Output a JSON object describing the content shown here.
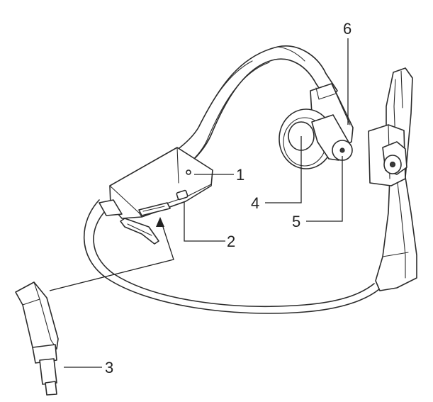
{
  "diagram": {
    "callouts": [
      {
        "id": "1",
        "label": "1"
      },
      {
        "id": "2",
        "label": "2"
      },
      {
        "id": "3",
        "label": "3"
      },
      {
        "id": "4",
        "label": "4"
      },
      {
        "id": "5",
        "label": "5"
      },
      {
        "id": "6",
        "label": "6"
      }
    ]
  },
  "colors": {
    "line": "#2b2b2b",
    "background": "#ffffff"
  }
}
